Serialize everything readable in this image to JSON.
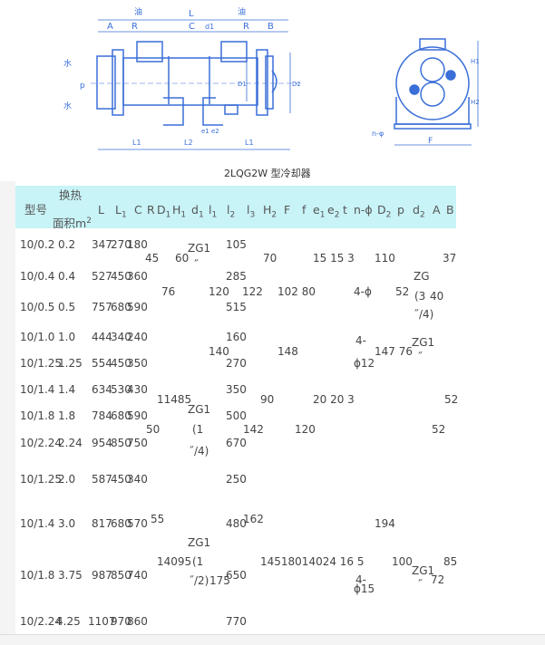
{
  "drawing": {
    "caption": "2LQG2W 型冷却器",
    "labels": {
      "oil": "油",
      "L": "L",
      "A": "A",
      "R": "R",
      "C": "C",
      "d1": "d1",
      "B": "B",
      "water": "水",
      "p": "p",
      "D1": "D1",
      "D2": "D2",
      "L1": "L1",
      "L2": "L2",
      "e": "e1 e2",
      "H1": "H1",
      "H2": "H2",
      "F": "F",
      "nphi": "n-φ"
    }
  },
  "table": {
    "headers": {
      "model": "型号",
      "area1": "换热",
      "area2": "面积m",
      "area_sup": "2",
      "L": "L",
      "L1": "L",
      "L1_sub": "1",
      "C": "C",
      "R": "R",
      "D1": "D",
      "D1_sub": "1",
      "H1": "H",
      "H1_sub": "1",
      "d1": "d",
      "d1_sub": "1",
      "l1": "l",
      "l1_sub": "1",
      "l2": "l",
      "l2_sub": "2",
      "l3": "l",
      "l3_sub": "3",
      "H2": "H",
      "H2_sub": "2",
      "F": "F",
      "f": "f",
      "e1": "e",
      "e1_sub": "1",
      "e2": "e",
      "e2_sub": "2",
      "t": "t",
      "nphi": "n-ϕ",
      "D2": "D",
      "D2_sub": "2",
      "p": "p",
      "d2": "d",
      "d2_sub": "2",
      "A": "A",
      "B": "B"
    },
    "rows": [
      {
        "model": "10/0.2",
        "area": "0.2",
        "L": "347",
        "L1": "270",
        "C": "180",
        "l2": "105"
      },
      {
        "model": "10/0.4",
        "area": "0.4",
        "L": "527",
        "L1": "450",
        "C": "360",
        "l2": "285"
      },
      {
        "model": "10/0.5",
        "area": "0.5",
        "L": "757",
        "L1": "680",
        "C": "590",
        "l2": "515"
      },
      {
        "model": "10/1.0",
        "area": "1.0",
        "L": "444",
        "L1": "340",
        "C": "240",
        "l2": "160"
      },
      {
        "model": "10/1.25",
        "area": "1.25",
        "L": "554",
        "L1": "450",
        "C": "350",
        "l2": "270"
      },
      {
        "model": "10/1.4",
        "area": "1.4",
        "L": "634",
        "L1": "530",
        "C": "430",
        "l2": "350"
      },
      {
        "model": "10/1.8",
        "area": "1.8",
        "L": "784",
        "L1": "680",
        "C": "590",
        "l2": "500"
      },
      {
        "model": "10/2.24",
        "area": "2.24",
        "L": "954",
        "L1": "850",
        "C": "750",
        "l2": "670"
      },
      {
        "model": "10/1.25",
        "area": "2.0",
        "L": "587",
        "L1": "450",
        "C": "340",
        "l2": "250"
      },
      {
        "model": "10/1.4",
        "area": "3.0",
        "L": "817",
        "L1": "680",
        "C": "570",
        "l2": "480"
      },
      {
        "model": "10/1.8",
        "area": "3.75",
        "L": "987",
        "L1": "850",
        "C": "740",
        "l2": "650"
      },
      {
        "model": "10/2.24",
        "area": "4.25",
        "L": "1107",
        "L1": "970",
        "C": "860",
        "l2": "770"
      }
    ],
    "group1": {
      "R": "45",
      "H1": "60",
      "d1_a": "ZG1",
      "d1_b": "˝",
      "H2": "70",
      "e1e2t": "15 15 3",
      "D2": "110",
      "B": "37",
      "D1": "76",
      "l1": "120",
      "l3": "122",
      "Ff": "102 80",
      "nphi": "4-ϕ",
      "p": "52",
      "d2_a": "ZG",
      "d2_b": "(3",
      "d2_c": "˝/4)",
      "A": "40"
    },
    "group2": {
      "l1": "140",
      "F": "148",
      "nphi_a": "4-",
      "nphi_b": "ϕ12",
      "D2p": "147 76",
      "d2_a": "ZG1",
      "d2_b": "˝"
    },
    "group3": {
      "D1H1": "11485",
      "d1_a": "ZG1",
      "d1_b": "(1",
      "d1_c": "˝/4)",
      "H2": "90",
      "e1e2t": "20 20 3",
      "B": "52",
      "R": "50",
      "l3": "142",
      "F": "120",
      "A": "52"
    },
    "group4": {
      "R": "55",
      "l3": "162",
      "D2": "194",
      "d1_a": "ZG1",
      "d1_b": "(1",
      "d1_c": "˝/2)",
      "l1": "175",
      "D1H1": "14095",
      "H2Ffe": "14518014024 16 5",
      "nphi_a": "4-",
      "nphi_b": "ϕ15",
      "p": "100",
      "d2_a": "ZG1",
      "d2_b": "˝",
      "A": "72",
      "B": "85"
    }
  }
}
